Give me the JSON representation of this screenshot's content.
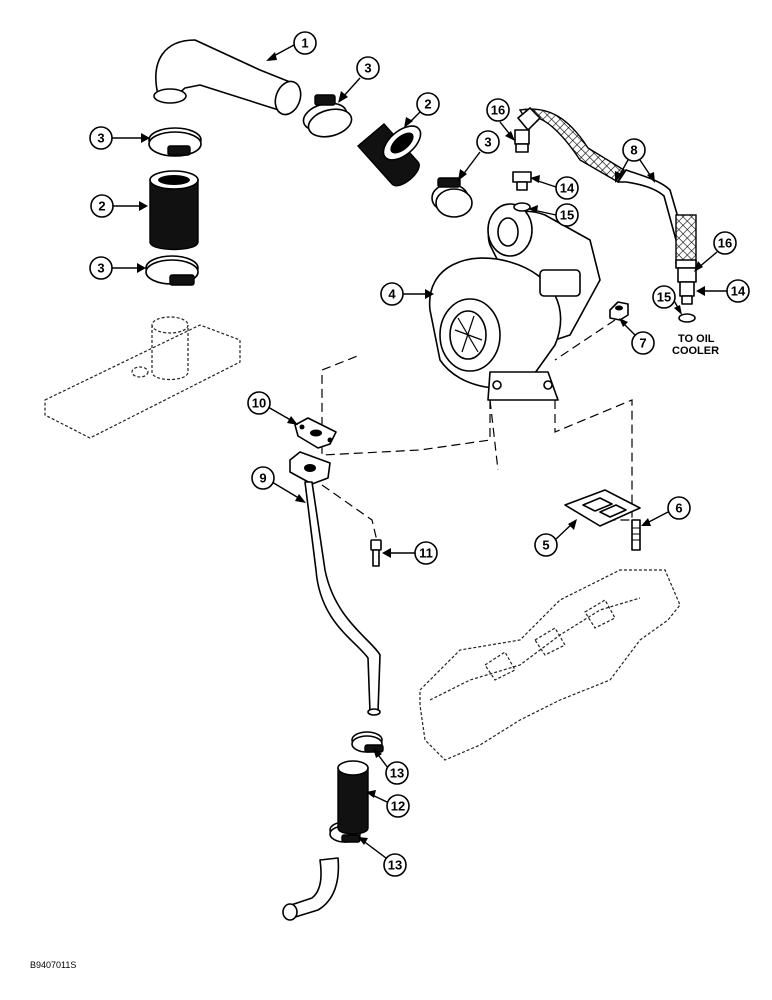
{
  "figure": {
    "reference_code": "B9407011S",
    "note_oil_cooler": [
      "TO OIL",
      "COOLER"
    ]
  },
  "callouts": [
    "1",
    "2",
    "3",
    "4",
    "5",
    "6",
    "7",
    "8",
    "9",
    "10",
    "11",
    "12",
    "13",
    "14",
    "15",
    "16"
  ]
}
